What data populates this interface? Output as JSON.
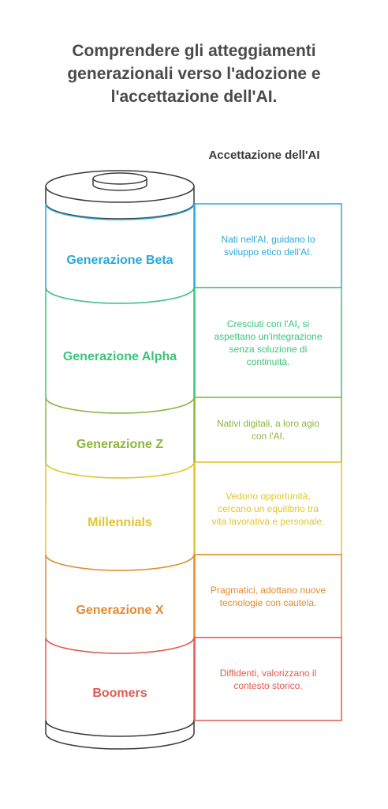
{
  "title": "Comprendere gli atteggiamenti generazionali verso l'adozione e l'accettazione dell'AI.",
  "column_header": "Accettazione dell'AI",
  "generations": [
    {
      "name": "Generazione Beta",
      "description": "Nati nell'AI, guidano lo sviluppo etico dell'AI.",
      "color": "#2aa8d8"
    },
    {
      "name": "Generazione Alpha",
      "description": "Cresciuti con l'AI, si aspettano un'integrazione senza soluzione di continuità.",
      "color": "#3cc47c"
    },
    {
      "name": "Generazione Z",
      "description": "Nativi digitali, a loro agio con l'AI.",
      "color": "#8cb63c"
    },
    {
      "name": "Millennials",
      "description": "Vedono opportunità, cercano un equilibrio tra vita lavorativa e personale.",
      "color": "#e2c62a"
    },
    {
      "name": "Generazione X",
      "description": "Pragmatici, adottano nuove tecnologie con cautela.",
      "color": "#e48a30"
    },
    {
      "name": "Boomers",
      "description": "Diffidenti, valorizzano il contesto storico.",
      "color": "#e05a50"
    }
  ],
  "outline_color": "#3a3a3a"
}
